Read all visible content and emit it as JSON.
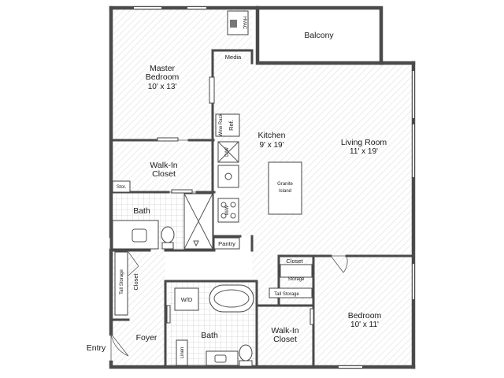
{
  "rooms": {
    "master_bedroom": {
      "name_line1": "Master",
      "name_line2": "Bedroom",
      "dims": "10' x 13'"
    },
    "balcony": {
      "name": "Balcony"
    },
    "kitchen": {
      "name": "Kitchen",
      "dims": "9' x 19'"
    },
    "living_room": {
      "name": "Living Room",
      "dims": "11' x 19'"
    },
    "walk_in_closet_top": {
      "name_line1": "Walk-In",
      "name_line2": "Closet"
    },
    "bath_top": {
      "name": "Bath"
    },
    "bedroom": {
      "name": "Bedroom",
      "dims": "10' x 11'"
    },
    "bath_bottom": {
      "name": "Bath"
    },
    "walk_in_closet_bottom": {
      "name_line1": "Walk-In",
      "name_line2": "Closet"
    },
    "foyer": {
      "name": "Foyer"
    }
  },
  "labels": {
    "hvac": "HVAC",
    "media": "Media",
    "wine_rack": "Wine Rack",
    "ref": "Ref.",
    "dw": "D/W",
    "mw": "M/W",
    "granite_island_line1": "Granite",
    "granite_island_line2": "Island",
    "stor": "Stor.",
    "pantry": "Pantry",
    "closet_middle": "Closet",
    "storage": "Storage",
    "tall_storage_right": "Tall Storage",
    "tall_storage_left": "Tall Storage",
    "closet_left": "Closet",
    "wd": "W/D",
    "linen": "Linen",
    "entry": "Entry"
  },
  "colors": {
    "wall": "#4a4a4a",
    "hatch": "#e6e6e6",
    "tile": "#cfcfcf",
    "text": "#1a1a1a"
  }
}
